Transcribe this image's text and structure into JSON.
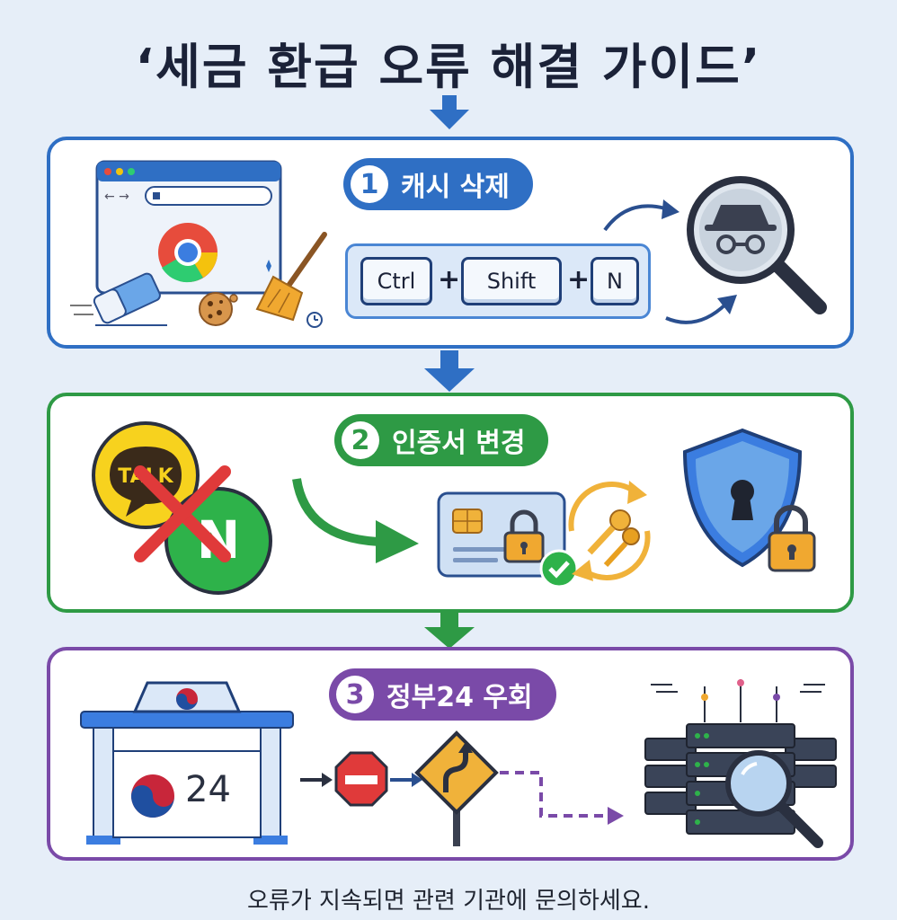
{
  "title": "‘세금 환급 오류 해결 가이드’",
  "steps": [
    {
      "number": "1",
      "label": "캐시 삭제",
      "color": "#2f6fc4"
    },
    {
      "number": "2",
      "label": "인증서 변경",
      "color": "#2e9a45"
    },
    {
      "number": "3",
      "label": "정부24 우회",
      "color": "#7a4aa8"
    }
  ],
  "keys": {
    "ctrl": "Ctrl",
    "shift": "Shift",
    "n": "N",
    "plus": "+"
  },
  "icons": {
    "talk_text": "TALK",
    "naver_text": "N",
    "gov24_number": "24"
  },
  "footer": "오류가 지속되면 관련 기관에 문의하세요."
}
